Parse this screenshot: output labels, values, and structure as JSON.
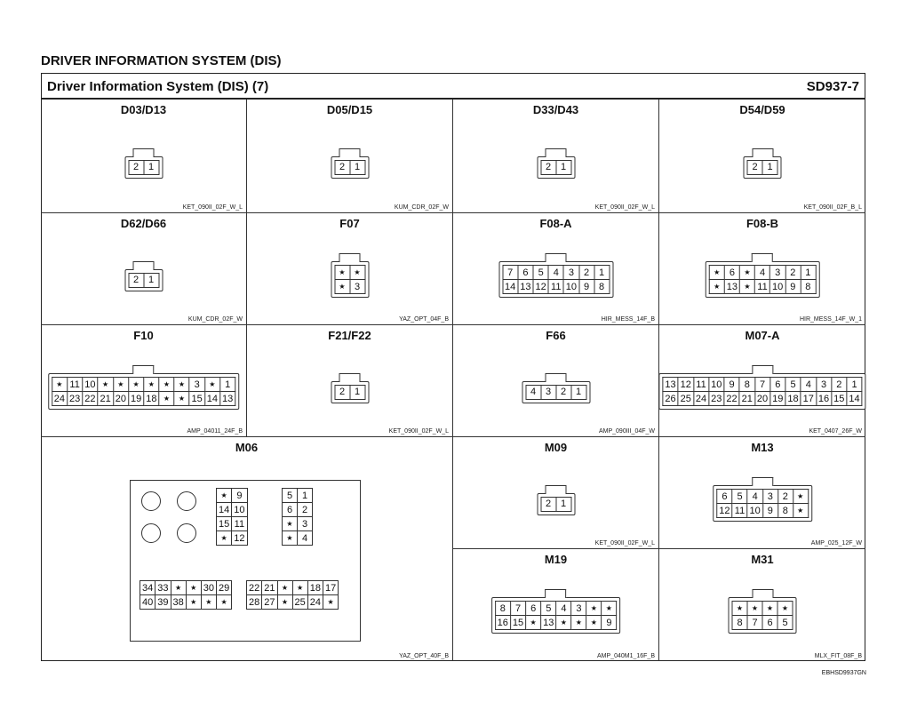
{
  "page_title": "DRIVER INFORMATION SYSTEM (DIS)",
  "header": {
    "title": "Driver Information System (DIS) (7)",
    "code": "SD937-7"
  },
  "footer_code": "EBHSD9937GN",
  "connectors": [
    {
      "name": "D03/D13",
      "code": "KET_090II_02F_W_L",
      "pins": [
        [
          "2",
          "1"
        ]
      ]
    },
    {
      "name": "D05/D15",
      "code": "KUM_CDR_02F_W",
      "pins": [
        [
          "2",
          "1"
        ]
      ]
    },
    {
      "name": "D33/D43",
      "code": "KET_090II_02F_W_L",
      "pins": [
        [
          "2",
          "1"
        ]
      ]
    },
    {
      "name": "D54/D59",
      "code": "KET_090II_02F_B_L",
      "pins": [
        [
          "2",
          "1"
        ]
      ]
    },
    {
      "name": "D62/D66",
      "code": "KUM_CDR_02F_W",
      "pins": [
        [
          "2",
          "1"
        ]
      ]
    },
    {
      "name": "F07",
      "code": "YAZ_OPT_04F_B",
      "pins": [
        [
          "★",
          "★"
        ],
        [
          "★",
          "3"
        ]
      ]
    },
    {
      "name": "F08-A",
      "code": "HIR_MESS_14F_B",
      "pins": [
        [
          "7",
          "6",
          "5",
          "4",
          "3",
          "2",
          "1"
        ],
        [
          "14",
          "13",
          "12",
          "11",
          "10",
          "9",
          "8"
        ]
      ]
    },
    {
      "name": "F08-B",
      "code": "HIR_MESS_14F_W_1",
      "pins": [
        [
          "★",
          "6",
          "★",
          "4",
          "3",
          "2",
          "1"
        ],
        [
          "★",
          "13",
          "★",
          "11",
          "10",
          "9",
          "8"
        ]
      ]
    },
    {
      "name": "F10",
      "code": "AMP_04011_24F_B",
      "pins": [
        [
          "★",
          "11",
          "10",
          "★",
          "★",
          "★",
          "★",
          "★",
          "★",
          "3",
          "★",
          "1"
        ],
        [
          "24",
          "23",
          "22",
          "21",
          "20",
          "19",
          "18",
          "★",
          "★",
          "15",
          "14",
          "13"
        ]
      ]
    },
    {
      "name": "F21/F22",
      "code": "KET_090II_02F_W_L",
      "pins": [
        [
          "2",
          "1"
        ]
      ]
    },
    {
      "name": "F66",
      "code": "AMP_090III_04F_W",
      "pins": [
        [
          "4",
          "3",
          "2",
          "1"
        ]
      ]
    },
    {
      "name": "M07-A",
      "code": "KET_0407_26F_W",
      "pins": [
        [
          "13",
          "12",
          "11",
          "10",
          "9",
          "8",
          "7",
          "6",
          "5",
          "4",
          "3",
          "2",
          "1"
        ],
        [
          "26",
          "25",
          "24",
          "23",
          "22",
          "21",
          "20",
          "19",
          "18",
          "17",
          "16",
          "15",
          "14"
        ]
      ]
    },
    {
      "name": "M06",
      "code": "YAZ_OPT_40F_B",
      "groups": {
        "upper_mid": [
          [
            "★",
            "9"
          ],
          [
            "14",
            "10"
          ],
          [
            "15",
            "11"
          ],
          [
            "★",
            "12"
          ]
        ],
        "upper_right": [
          [
            "5",
            "1"
          ],
          [
            "6",
            "2"
          ],
          [
            "★",
            "3"
          ],
          [
            "★",
            "4"
          ]
        ],
        "lower_left": [
          [
            "34",
            "33",
            "★",
            "★",
            "30",
            "29"
          ],
          [
            "40",
            "39",
            "38",
            "★",
            "★",
            "★"
          ]
        ],
        "lower_right": [
          [
            "22",
            "21",
            "★",
            "★",
            "18",
            "17"
          ],
          [
            "28",
            "27",
            "★",
            "25",
            "24",
            "★"
          ]
        ]
      }
    },
    {
      "name": "M09",
      "code": "KET_090II_02F_W_L",
      "pins": [
        [
          "2",
          "1"
        ]
      ]
    },
    {
      "name": "M13",
      "code": "AMP_025_12F_W",
      "pins": [
        [
          "6",
          "5",
          "4",
          "3",
          "2",
          "★"
        ],
        [
          "12",
          "11",
          "10",
          "9",
          "8",
          "★"
        ]
      ]
    },
    {
      "name": "M19",
      "code": "AMP_040M1_16F_B",
      "pins": [
        [
          "8",
          "7",
          "6",
          "5",
          "4",
          "3",
          "★",
          "★"
        ],
        [
          "16",
          "15",
          "★",
          "13",
          "★",
          "★",
          "★",
          "9"
        ]
      ]
    },
    {
      "name": "M31",
      "code": "MLX_FIT_08F_B",
      "pins": [
        [
          "★",
          "★",
          "★",
          "★"
        ],
        [
          "8",
          "7",
          "6",
          "5"
        ]
      ]
    }
  ]
}
